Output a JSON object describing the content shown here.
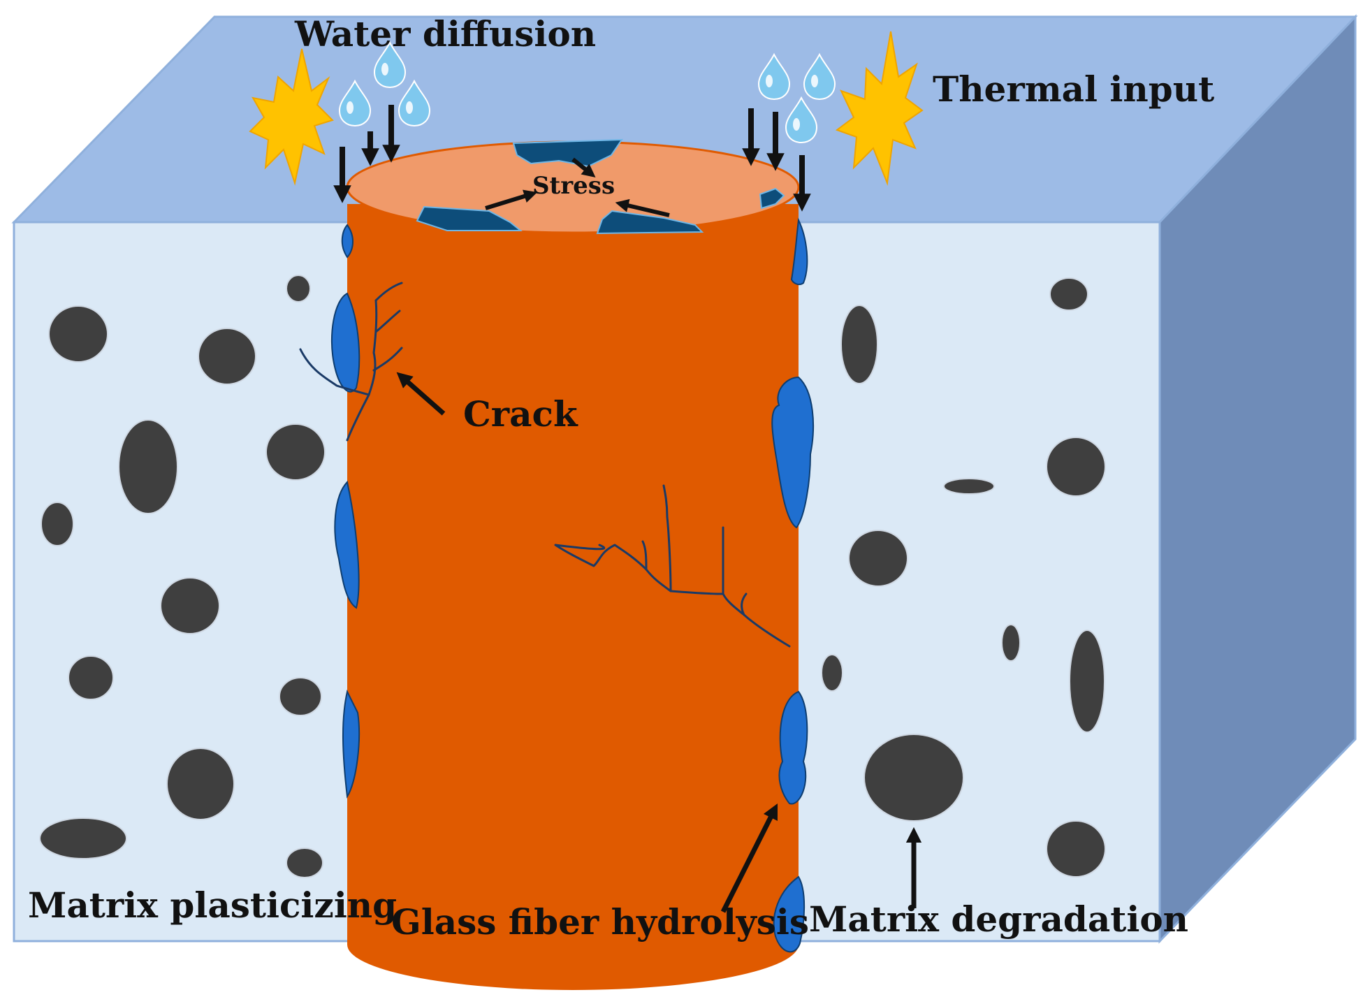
{
  "labels": {
    "water_diffusion": "Water diffusion",
    "thermal_input": "Thermal input",
    "stress": "Stress",
    "crack": "Crack",
    "matrix_plasticizing": "Matrix plasticizing",
    "glass_fiber_hydrolysis": "Glass fiber hydrolysis",
    "matrix_degradation": "Matrix degradation"
  },
  "colors": {
    "box_top": "#9dbbe6",
    "box_front": "#dbe9f6",
    "box_side": "#6f8cb8",
    "box_edge": "#8fb0dc",
    "fiber_body": "#e05a00",
    "fiber_top": "#f09a6a",
    "hydrolysis_spot": "#1f6fd0",
    "top_damage": "#0d4d7a",
    "void": "#3f3f3f",
    "sun": "#ffc200",
    "water_drop": "#7fc8ee",
    "arrow": "#111111",
    "crack_line": "#1a3a66"
  }
}
